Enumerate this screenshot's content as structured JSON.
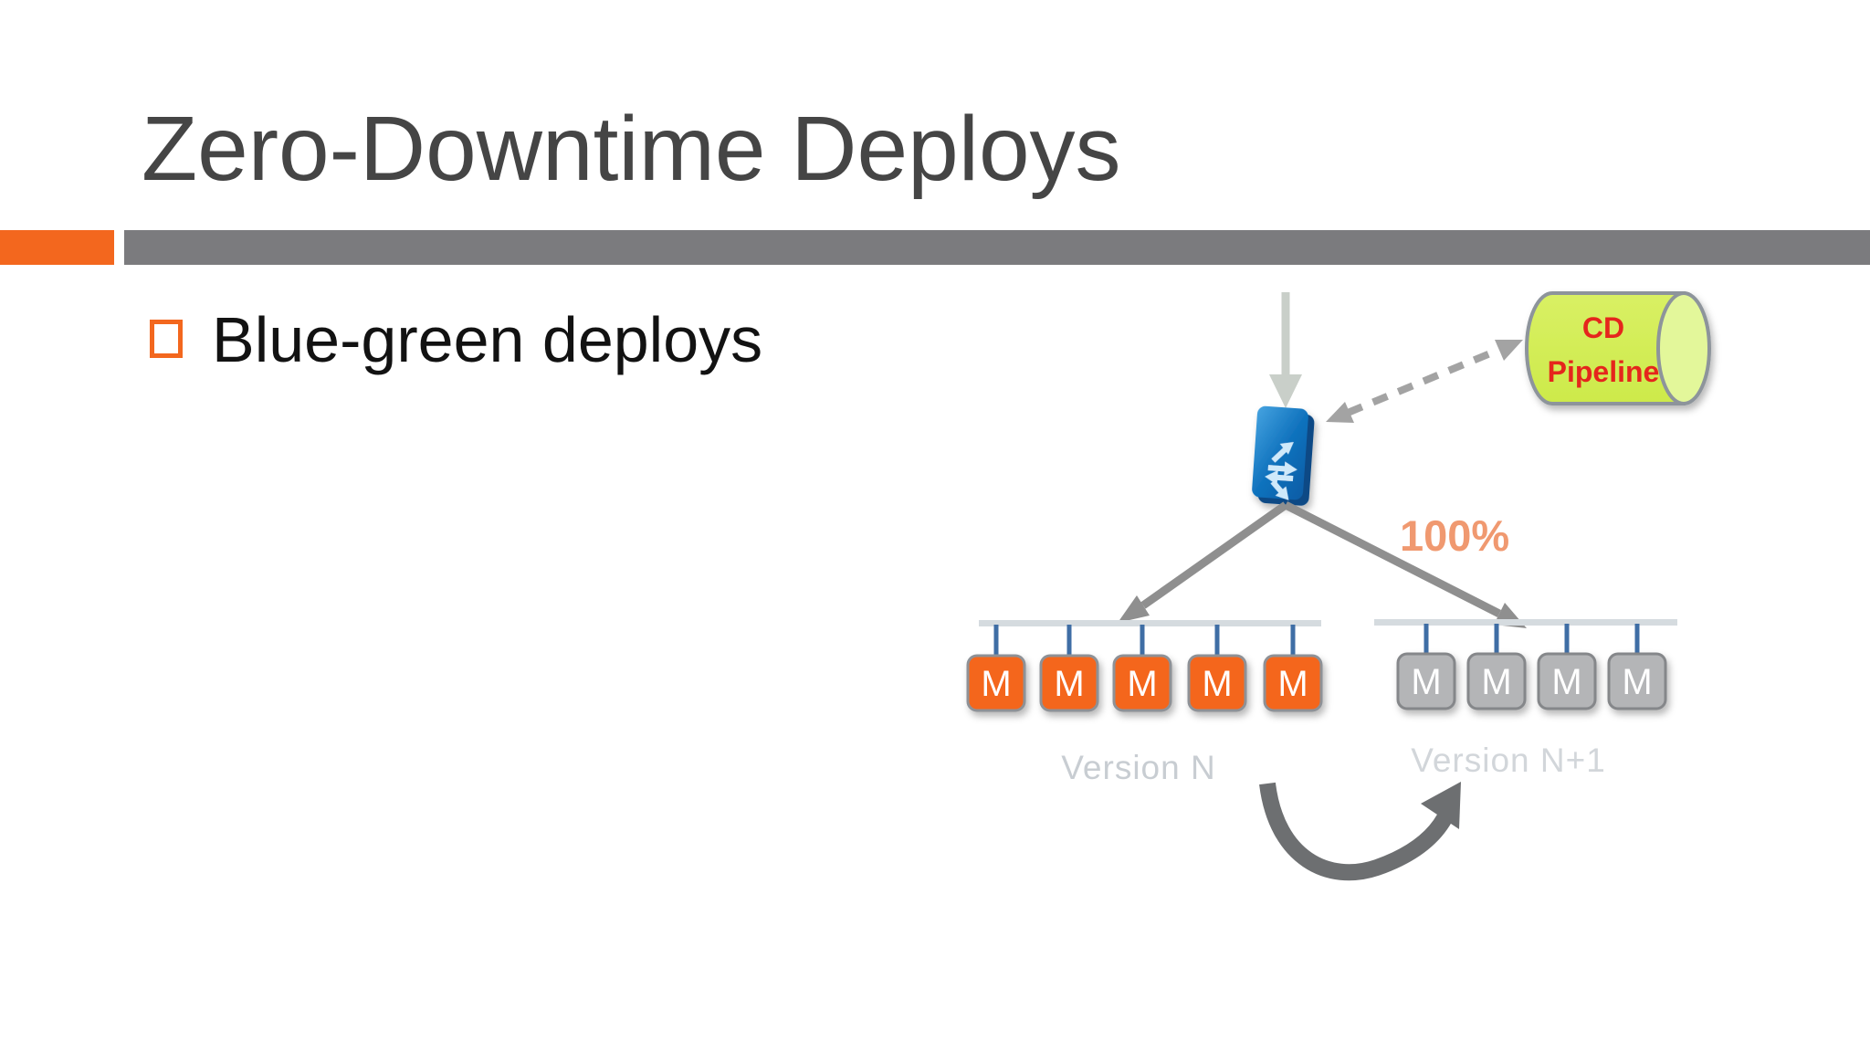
{
  "slide": {
    "title": "Zero-Downtime Deploys",
    "bullet": "Blue-green deploys",
    "colors": {
      "accent_orange": "#f3671e",
      "bar_gray": "#7b7b7e",
      "title_gray": "#454545",
      "traffic_label_salmon": "#f09970",
      "box_orange": "#f4661f",
      "box_gray": "#b4b5b7",
      "box_border_gray": "#8e9196",
      "stem_blue": "#3f6ea5",
      "bus_gray": "#d5dbdf",
      "router_blue": "#1173be",
      "cylinder_green": "#d5ee58",
      "cylinder_cap_green": "#e3f79a",
      "cylinder_text_red": "#e5261f",
      "arrow_gray": "#8f8f8f",
      "swoosh_gray": "#6d6f71",
      "version_label_gray": "#c8cdd2"
    }
  },
  "diagram": {
    "traffic_label": "100%",
    "cd_pipeline": {
      "line1": "CD",
      "line2": "Pipeline"
    },
    "version_n": {
      "label": "Version N",
      "instances": [
        "M",
        "M",
        "M",
        "M",
        "M"
      ]
    },
    "version_n1": {
      "label": "Version N+1",
      "instances": [
        "M",
        "M",
        "M",
        "M"
      ]
    }
  }
}
